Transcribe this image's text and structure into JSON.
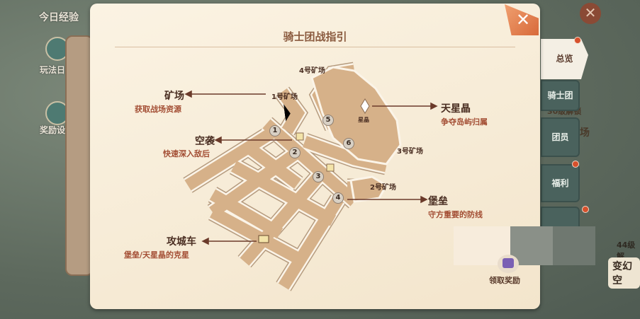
{
  "background": {
    "exp_label": "今日经验",
    "play_label": "玩法日",
    "reward_label": "奖励设",
    "unlock30": "30级解锁",
    "field_label": "场",
    "unlock44": "44级解",
    "transform_label": "变幻空"
  },
  "panel": {
    "title": "骑士团战指引",
    "claim_reward": "领取奖励"
  },
  "tabs": [
    {
      "label": "总览"
    },
    {
      "label": "骑士团"
    },
    {
      "label": "团员"
    },
    {
      "label": "福利"
    }
  ],
  "map": {
    "mine": {
      "title": "矿场",
      "desc": "获取战场资源"
    },
    "airstrike": {
      "title": "空袭",
      "desc": "快速深入敌后"
    },
    "siege": {
      "title": "攻城车",
      "desc": "堡垒/天星晶的克星"
    },
    "star_crystal": {
      "title": "天星晶",
      "desc": "争夺岛屿归属"
    },
    "fortress": {
      "title": "堡垒",
      "desc": "守方重要的防线"
    },
    "mines": [
      "1号矿场",
      "2号矿场",
      "3号矿场",
      "4号矿场"
    ],
    "crystal_label": "星晶",
    "nodes": [
      "1",
      "2",
      "3",
      "4",
      "5",
      "6"
    ]
  },
  "colors": {
    "panel": "#f6ebd6",
    "tab": "#4a625d",
    "accent": "#d6502c"
  }
}
